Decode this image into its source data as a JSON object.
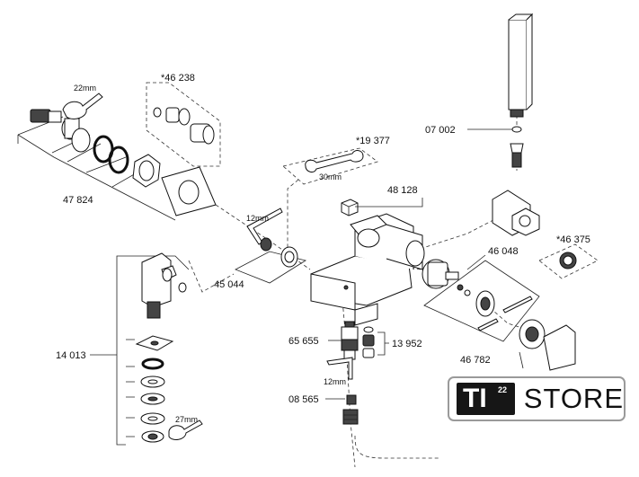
{
  "parts": {
    "p46238": "*46 238",
    "p22mm": "22mm",
    "p47824": "47 824",
    "p19377": "*19 377",
    "p30mm": "30mm",
    "p48128": "48 128",
    "p07002": "07 002",
    "p12mm_a": "12mm",
    "p45044": "45 044",
    "p46048": "46 048",
    "p46375": "*46 375",
    "p14013": "14 013",
    "p65655": "65 655",
    "p13952": "13 952",
    "p46782": "46 782",
    "p12mm_b": "12mm",
    "p08565": "08 565",
    "p27mm": "27mm"
  },
  "logo": {
    "ti": "TI",
    "num": "22",
    "store": "STORE"
  }
}
